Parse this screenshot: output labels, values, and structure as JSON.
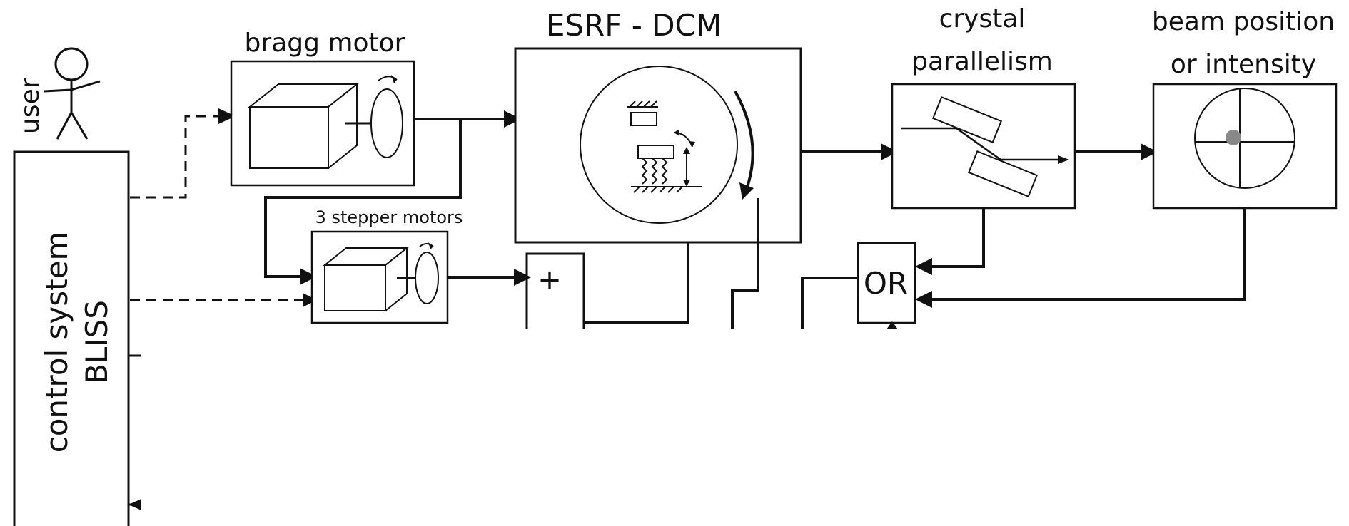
{
  "labels": {
    "user": "user",
    "control_system_line1": "control system",
    "control_system_line2": "BLISS",
    "bragg_motor": "bragg motor",
    "stepper_motors": "3 stepper motors",
    "esrf_dcm": "ESRF - DCM",
    "crystal_line1": "crystal",
    "crystal_line2": "parallelism",
    "beam_line1": "beam position",
    "beam_line2": "or intensity",
    "plus": "+",
    "or_gate": "OR"
  },
  "colors": {
    "line": "#111111",
    "background": "#ffffff",
    "beam_dot": "#888888"
  }
}
